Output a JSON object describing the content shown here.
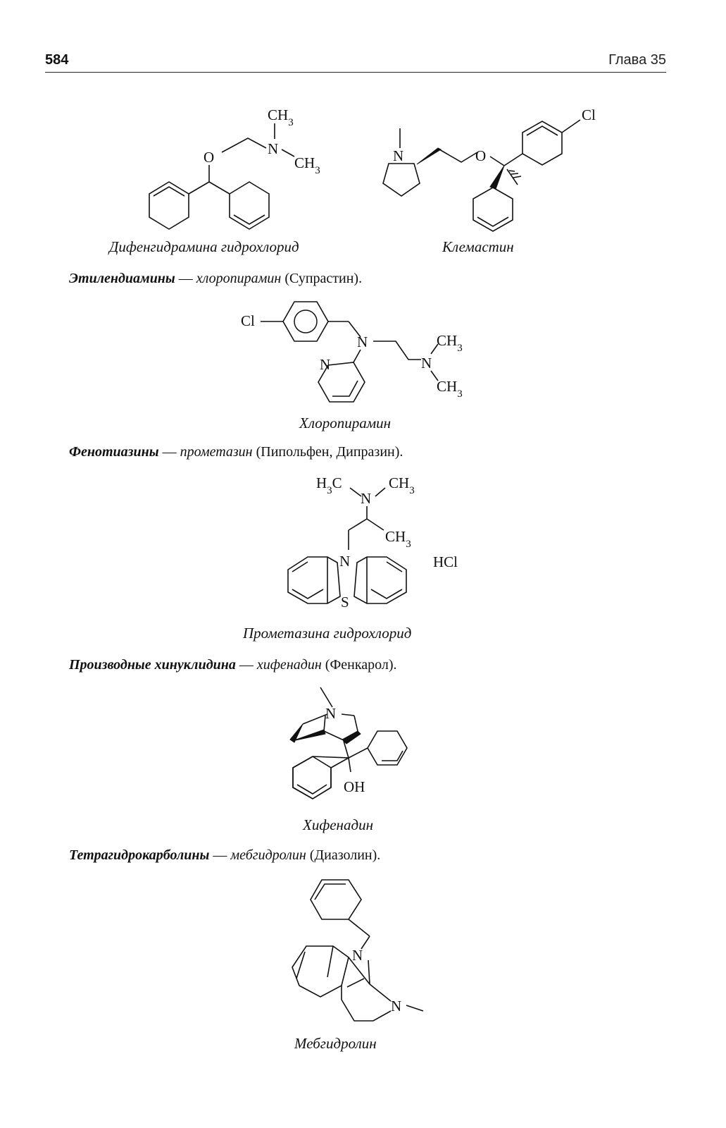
{
  "header": {
    "page_number": "584",
    "chapter": "Глава 35"
  },
  "sections": {
    "s1": {
      "caption_left": "Дифенгидрамина гидрохлорид",
      "caption_right": "Клемастин"
    },
    "s2": {
      "class": "Этилендиамины",
      "dash": " — ",
      "drug": "хлоропирамин",
      "trade": " (Супрастин).",
      "caption": "Хлоропирамин"
    },
    "s3": {
      "class": "Фенотиазины",
      "dash": " — ",
      "drug": "прометазин",
      "trade": " (Пипольфен, Дипразин).",
      "caption": "Прометазина гидрохлорид"
    },
    "s4": {
      "class": "Производные хинуклидина",
      "dash": " — ",
      "drug": "хифенадин",
      "trade": " (Фенкарол).",
      "caption": "Хифенадин"
    },
    "s5": {
      "class": "Тетрагидрокарболины",
      "dash": " — ",
      "drug": "мебгидролин",
      "trade": " (Диазолин).",
      "caption": "Мебгидролин"
    }
  },
  "labels": {
    "ch3": "CH3",
    "h3c": "H3C",
    "n": "N",
    "o": "O",
    "s": "S",
    "cl": "Cl",
    "hcl": "HCl",
    "oh": "OH"
  }
}
